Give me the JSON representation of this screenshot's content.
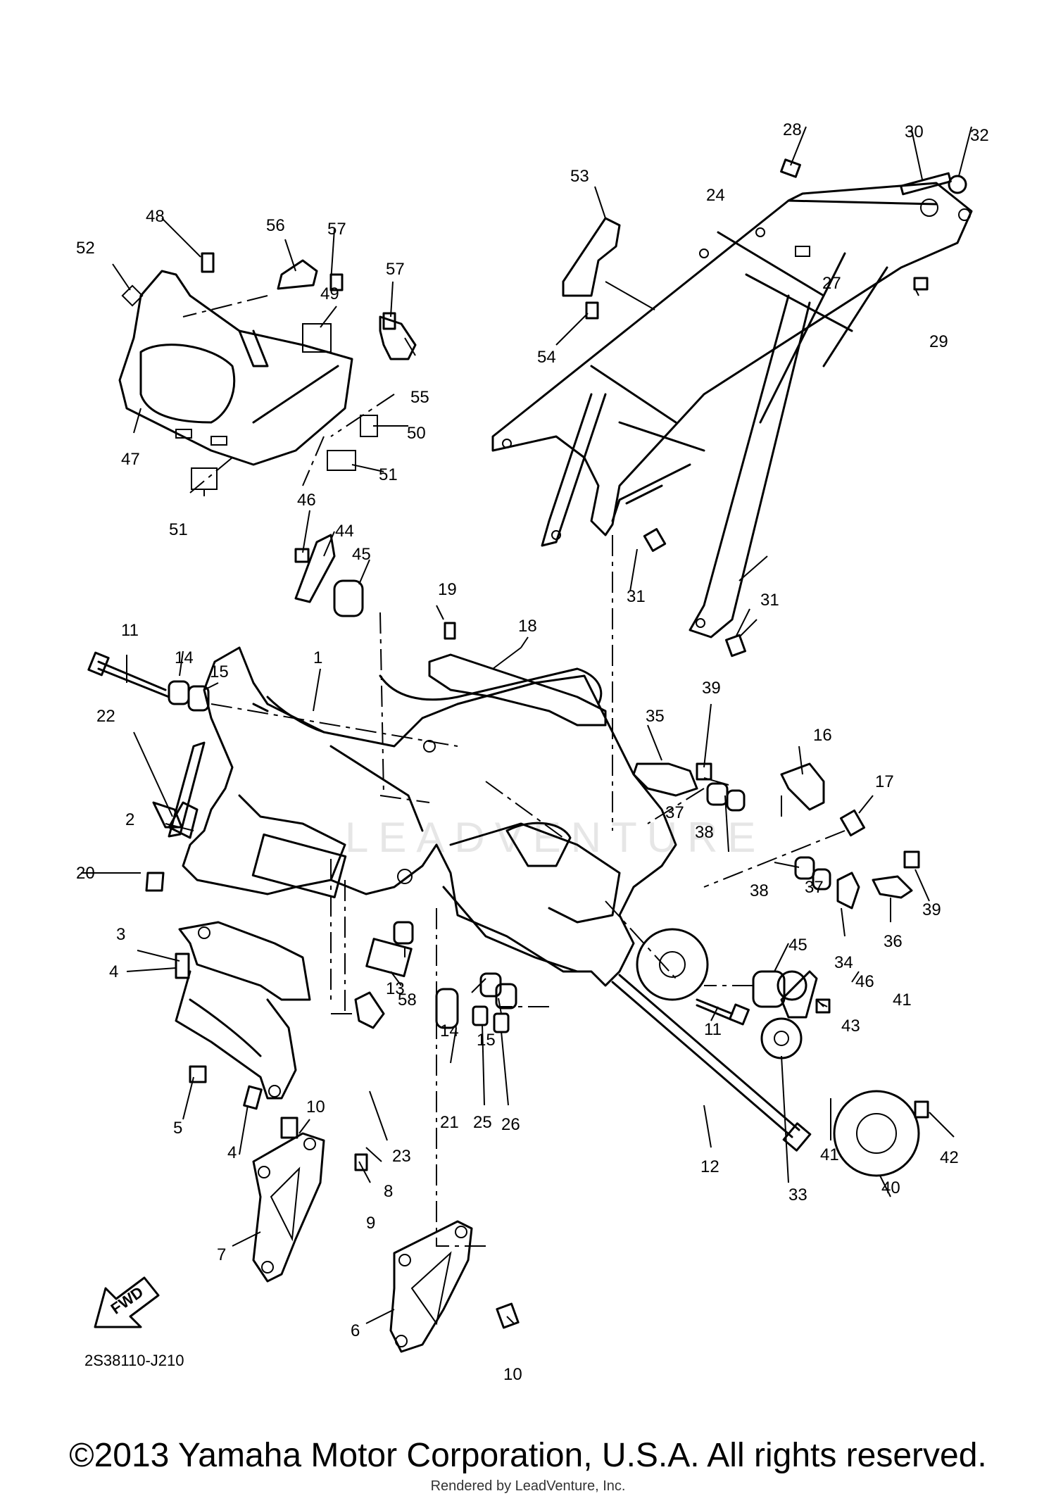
{
  "diagram_code": "2S38110-J210",
  "direction_label": "FWD",
  "watermark": "LEADVENTURE",
  "copyright": "©2013 Yamaha Motor Corporation, U.S.A. All rights reserved.",
  "credit": "Rendered by LeadVenture, Inc.",
  "callouts": [
    "1",
    "2",
    "3",
    "4",
    "4",
    "5",
    "6",
    "7",
    "8",
    "9",
    "10",
    "10",
    "11",
    "11",
    "12",
    "13",
    "14",
    "14",
    "15",
    "15",
    "16",
    "17",
    "18",
    "19",
    "20",
    "21",
    "22",
    "23",
    "24",
    "25",
    "26",
    "27",
    "28",
    "29",
    "30",
    "31",
    "31",
    "32",
    "33",
    "34",
    "35",
    "36",
    "37",
    "37",
    "38",
    "38",
    "39",
    "39",
    "40",
    "41",
    "41",
    "42",
    "43",
    "44",
    "45",
    "45",
    "46",
    "46",
    "47",
    "48",
    "49",
    "50",
    "51",
    "51",
    "51",
    "52",
    "53",
    "54",
    "55",
    "56",
    "57",
    "57",
    "58"
  ]
}
